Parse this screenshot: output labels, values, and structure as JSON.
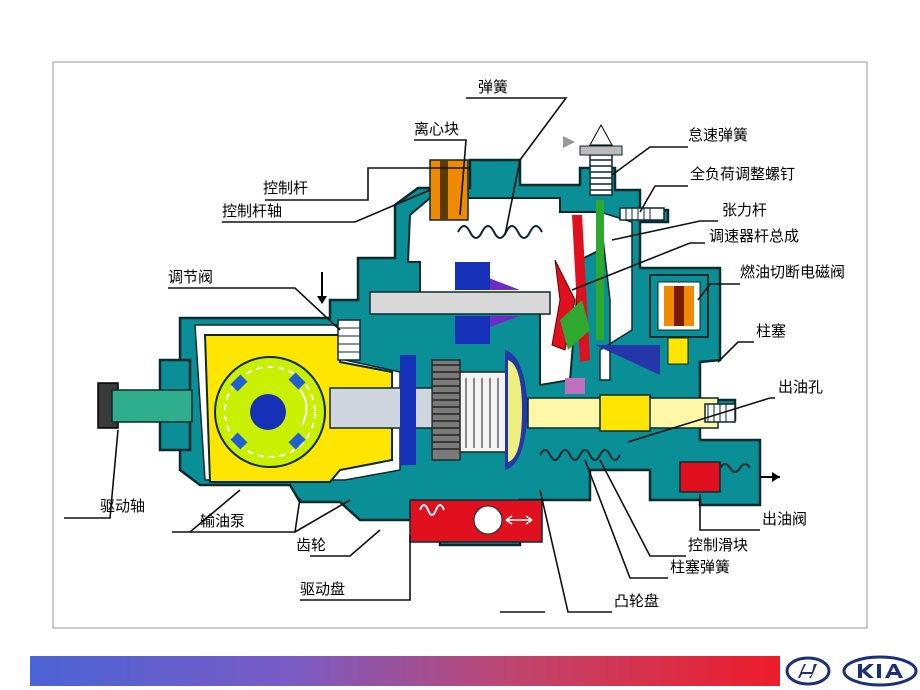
{
  "labels": {
    "spring": "弹簧",
    "flyweight": "离心块",
    "idle_spring": "怠速弹簧",
    "full_load_screw": "全负荷调整螺钉",
    "control_lever": "控制杆",
    "control_lever_shaft": "控制杆轴",
    "tension_lever": "张力杆",
    "governor_lever_assembly": "调速器杆总成",
    "regulating_valve": "调节阀",
    "fuel_cutoff_solenoid": "燃油切断电磁阀",
    "plunger": "柱塞",
    "outlet_port": "出油孔",
    "drive_shaft": "驱动轴",
    "feed_pump": "输油泵",
    "delivery_valve": "出油阀",
    "gear": "齿轮",
    "control_sleeve": "控制滑块",
    "plunger_spring": "柱塞弹簧",
    "drive_disc": "驱动盘",
    "cam_disc": "凸轮盘"
  },
  "colors": {
    "housing": "#0b8f96",
    "housing_outline": "#0a2a2e",
    "feed_pump": "#ffe600",
    "flyweight": "#6d2cc4",
    "shaft": "#d9d9d9",
    "plunger": "#fff7a8",
    "drive_disc": "#e0101e",
    "solenoid": "#f08a00",
    "footer_start": "#4a63d6",
    "footer_end": "#ee1c2a"
  },
  "icons": {
    "footer_left": "hyundai-logo-icon",
    "footer_right": "kia-logo-icon"
  }
}
